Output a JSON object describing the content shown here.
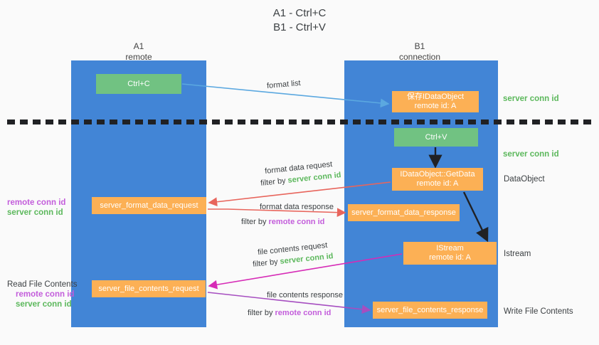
{
  "title": {
    "line1": "A1 - Ctrl+C",
    "line2": "B1 - Ctrl+V"
  },
  "columns": [
    {
      "id": "a1",
      "name": "A1",
      "sub": "remote"
    },
    {
      "id": "b1",
      "name": "B1",
      "sub": "connection"
    }
  ],
  "nodes": {
    "ctrl_c": {
      "label": "Ctrl+C",
      "color": "#71c282"
    },
    "save_dataobject": {
      "line1": "保存IDataObject",
      "line2": "remote id: A",
      "color": "#fcb055"
    },
    "ctrl_v": {
      "label": "Ctrl+V",
      "color": "#71c282"
    },
    "getdata": {
      "line1": "IDataObject::GetData",
      "line2": "remote id: A",
      "color": "#fcb055"
    },
    "istream": {
      "line1": "IStream",
      "line2": "remote id: A",
      "color": "#fcb055"
    },
    "server_format_data_request": {
      "label": "server_format_data_request",
      "color": "#fcb055"
    },
    "server_format_data_response": {
      "label": "server_format_data_response",
      "color": "#fcb055"
    },
    "server_file_contents_request": {
      "label": "server_file_contents_request",
      "color": "#fcb055"
    },
    "server_file_contents_response": {
      "label": "server_file_contents_response",
      "color": "#fcb055"
    }
  },
  "arrow_labels": {
    "format_list": "format list",
    "format_data_request": "format data request",
    "format_data_request_filter_prefix": "filter by ",
    "format_data_request_filter_value": "server conn id",
    "format_data_response": "format data response",
    "format_data_response_filter_prefix": "filter by ",
    "format_data_response_filter_value": "remote conn id",
    "file_contents_request": "file contents request",
    "file_contents_request_filter_prefix": "filter by ",
    "file_contents_request_filter_value": "server conn id",
    "file_contents_response": "file contents response",
    "file_contents_response_filter_prefix": "filter by ",
    "file_contents_response_filter_value": "remote conn id"
  },
  "side_labels": {
    "server_conn_id_top": "server conn id",
    "server_conn_id_second": "server conn id",
    "dataobject": "DataObject",
    "istream": "Istream",
    "write_file_contents": "Write File Contents",
    "read_file_contents": "Read File Contents",
    "remote_conn_id": "remote conn id",
    "server_conn_id": "server conn id"
  },
  "colors": {
    "lane": "#4285d6",
    "green_node": "#71c282",
    "orange_node": "#fcb055",
    "green_text": "#5cb85c",
    "purple_text": "#c35ddb",
    "arrow_blue": "#5ba8e0",
    "arrow_red": "#e8655c",
    "arrow_magenta": "#d62bb6",
    "arrow_purple": "#a64ec0",
    "arrow_black": "#202124",
    "background": "#fafafa"
  }
}
